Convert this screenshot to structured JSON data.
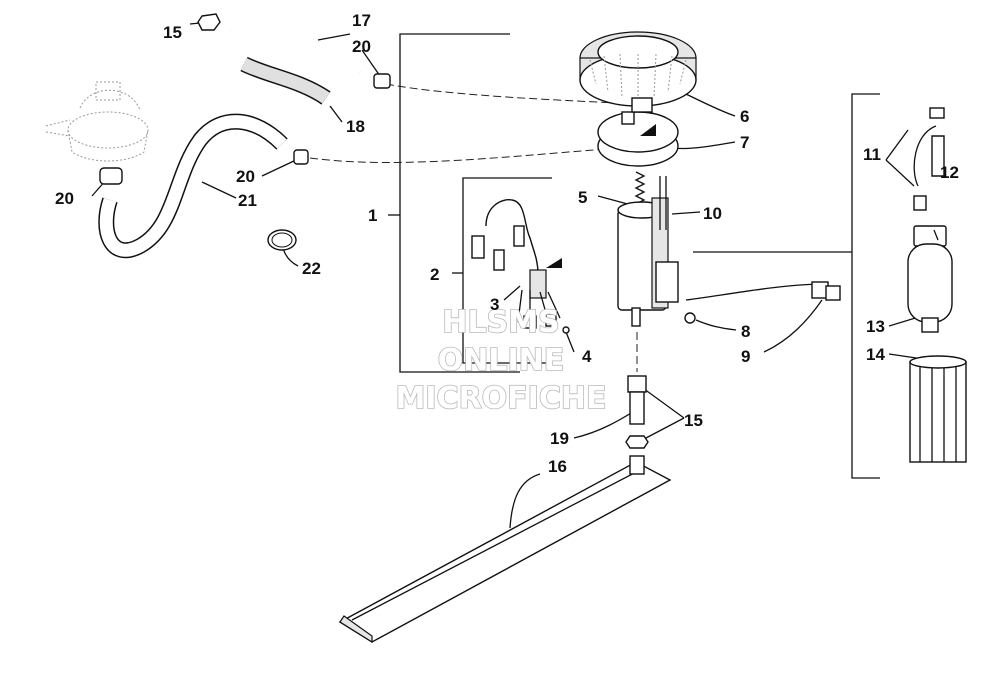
{
  "callouts": [
    {
      "id": "1",
      "label": "1"
    },
    {
      "id": "2",
      "label": "2"
    },
    {
      "id": "3",
      "label": "3"
    },
    {
      "id": "4",
      "label": "4"
    },
    {
      "id": "5",
      "label": "5"
    },
    {
      "id": "6",
      "label": "6"
    },
    {
      "id": "7",
      "label": "7"
    },
    {
      "id": "8",
      "label": "8"
    },
    {
      "id": "9",
      "label": "9"
    },
    {
      "id": "10",
      "label": "10"
    },
    {
      "id": "11",
      "label": "11"
    },
    {
      "id": "12",
      "label": "12"
    },
    {
      "id": "13",
      "label": "13"
    },
    {
      "id": "14",
      "label": "14"
    },
    {
      "id": "15a",
      "label": "15"
    },
    {
      "id": "15b",
      "label": "15"
    },
    {
      "id": "16",
      "label": "16"
    },
    {
      "id": "17",
      "label": "17"
    },
    {
      "id": "18",
      "label": "18"
    },
    {
      "id": "19",
      "label": "19"
    },
    {
      "id": "20a",
      "label": "20"
    },
    {
      "id": "20b",
      "label": "20"
    },
    {
      "id": "20c",
      "label": "20"
    },
    {
      "id": "21",
      "label": "21"
    },
    {
      "id": "22",
      "label": "22"
    }
  ],
  "watermark": {
    "line1": "HLSMS",
    "line2": "ONLINE",
    "line3": "MICROFICHE"
  }
}
